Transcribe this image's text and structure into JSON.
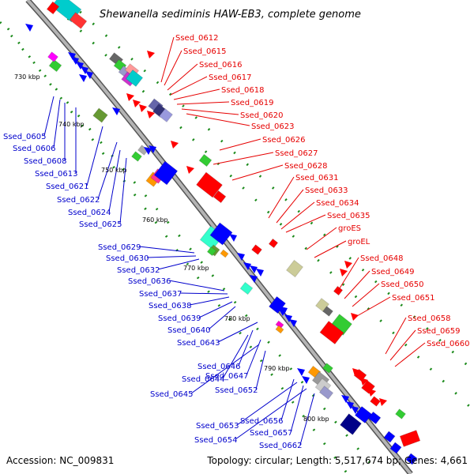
{
  "title": "Shewanella sediminis HAW-EB3, complete genome",
  "accession": "Accession: NC_009831",
  "topology": "Topology: circular; Length: 5,517,674 bp; Genes: 4,661",
  "colors": {
    "forward_label": "#e60000",
    "reverse_label": "#0000cc",
    "forward_gene": "#ff0000",
    "reverse_gene": "#0000ff",
    "backbone": "#9a9a9a",
    "gc_dots": "#1a8a1a"
  },
  "kbp_ticks": [
    "730 kbp",
    "740 kbp",
    "750 kbp",
    "760 kbp",
    "770 kbp",
    "780 kbp",
    "790 kbp",
    "800 kbp"
  ],
  "forward_labels": [
    "Ssed_0612",
    "Ssed_0615",
    "Ssed_0616",
    "Ssed_0617",
    "Ssed_0618",
    "Ssed_0619",
    "Ssed_0620",
    "Ssed_0623",
    "Ssed_0626",
    "Ssed_0627",
    "Ssed_0628",
    "Ssed_0631",
    "Ssed_0633",
    "Ssed_0634",
    "Ssed_0635",
    "groES",
    "groEL",
    "Ssed_0648",
    "Ssed_0649",
    "Ssed_0650",
    "Ssed_0651",
    "Ssed_0658",
    "Ssed_0659",
    "Ssed_0660"
  ],
  "reverse_labels": [
    "Ssed_0605",
    "Ssed_0606",
    "Ssed_0608",
    "Ssed_0613",
    "Ssed_0621",
    "Ssed_0622",
    "Ssed_0624",
    "Ssed_0625",
    "Ssed_0629",
    "Ssed_0630",
    "Ssed_0632",
    "Ssed_0636",
    "Ssed_0637",
    "Ssed_0638",
    "Ssed_0639",
    "Ssed_0640",
    "Ssed_0643",
    "Ssed_0646",
    "Ssed_0644",
    "Ssed_0647",
    "Ssed_0645",
    "Ssed_0652",
    "Ssed_0656",
    "Ssed_0653",
    "Ssed_0657",
    "Ssed_0654",
    "Ssed_0662"
  ]
}
